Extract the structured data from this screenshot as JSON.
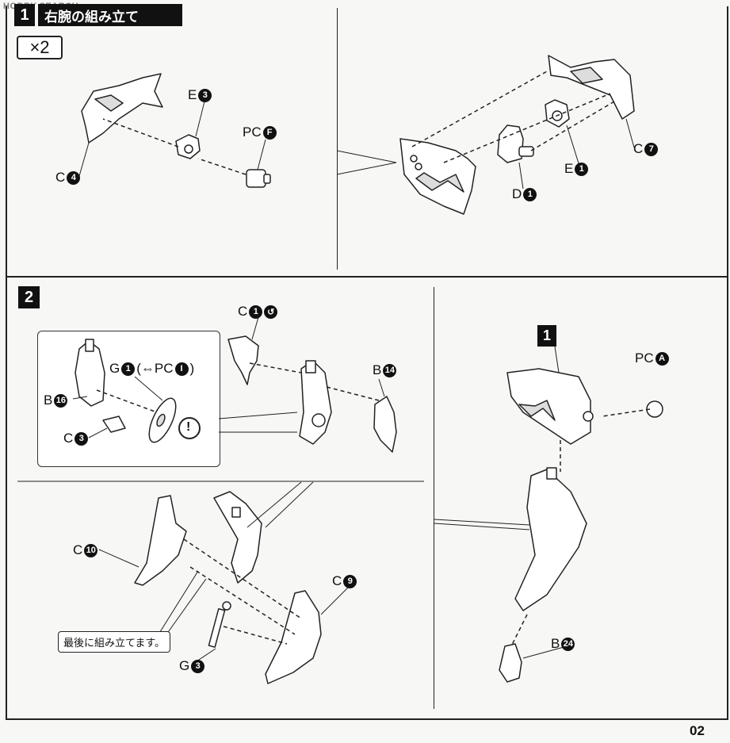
{
  "watermark": "HOBBY SEARCH",
  "step1": {
    "number": "1",
    "title": "右腕の組み立て",
    "multiplier": "×2",
    "labels": {
      "e3": {
        "letter": "E",
        "num": "3"
      },
      "pcF": {
        "letter": "PC",
        "num": "F"
      },
      "c4": {
        "letter": "C",
        "num": "4"
      },
      "c7": {
        "letter": "C",
        "num": "7"
      },
      "e1": {
        "letter": "E",
        "num": "1"
      },
      "d1": {
        "letter": "D",
        "num": "1"
      }
    }
  },
  "step2": {
    "number": "2",
    "ref_step": "1",
    "labels": {
      "c1": {
        "letter": "C",
        "num": "1"
      },
      "b14": {
        "letter": "B",
        "num": "14"
      },
      "b16": {
        "letter": "B",
        "num": "16"
      },
      "c3": {
        "letter": "C",
        "num": "3"
      },
      "g1": {
        "letter": "G",
        "num": "1",
        "suffix": "(⇔PC",
        "suffix_num": "I",
        "suffix_end": ")"
      },
      "c10": {
        "letter": "C",
        "num": "10"
      },
      "c9": {
        "letter": "C",
        "num": "9"
      },
      "g3": {
        "letter": "G",
        "num": "3"
      },
      "pcA": {
        "letter": "PC",
        "num": "A"
      },
      "b24": {
        "letter": "B",
        "num": "24"
      }
    },
    "caution_mark": "!",
    "note": "最後に組み立てます。"
  },
  "page_number": "02"
}
